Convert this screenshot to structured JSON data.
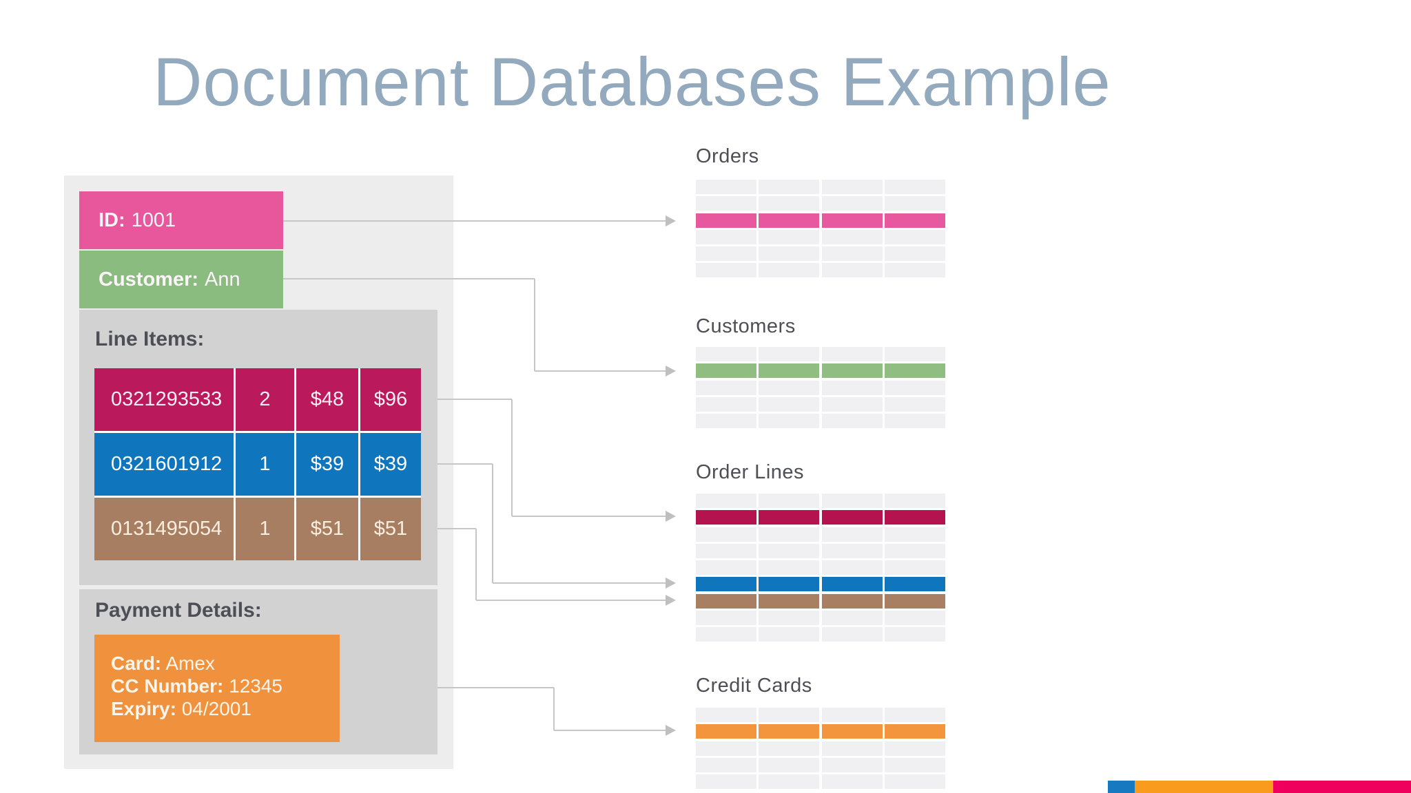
{
  "slide": {
    "title": "Document Databases Example"
  },
  "document": {
    "fields": [
      {
        "label": "ID:",
        "value": "1001",
        "color": "#E8579C"
      },
      {
        "label": "Customer:",
        "value": "Ann",
        "color": "#8BBC7F"
      }
    ],
    "line_items_heading": "Line Items:",
    "line_items": [
      {
        "sku": "0321293533",
        "qty": "2",
        "unit_price": "$48",
        "total": "$96",
        "color": "#BA1A5B",
        "text_color": "#FCEFF6"
      },
      {
        "sku": "0321601912",
        "qty": "1",
        "unit_price": "$39",
        "total": "$39",
        "color": "#0F76BD",
        "text_color": "#FFFFFF"
      },
      {
        "sku": "0131495054",
        "qty": "1",
        "unit_price": "$51",
        "total": "$51",
        "color": "#A77E62",
        "text_color": "#F9EEDF"
      }
    ],
    "payment_heading": "Payment Details:",
    "payment": {
      "color": "#F0923D",
      "lines": [
        {
          "label": "Card:",
          "value": "Amex"
        },
        {
          "label": "CC Number:",
          "value": "12345"
        },
        {
          "label": "Expiry:",
          "value": "04/2001"
        }
      ]
    }
  },
  "tables": [
    {
      "name": "Orders",
      "rows": 6,
      "cols": 4,
      "highlights": {
        "2": "#E8589E"
      }
    },
    {
      "name": "Customers",
      "rows": 5,
      "cols": 4,
      "highlights": {
        "1": "#8FBD82"
      }
    },
    {
      "name": "Order Lines",
      "rows": 9,
      "cols": 4,
      "highlights": {
        "1": "#B5134F",
        "5": "#0F76BD",
        "6": "#A87F63"
      }
    },
    {
      "name": "Credit Cards",
      "rows": 5,
      "cols": 4,
      "highlights": {
        "1": "#F2953C"
      }
    }
  ],
  "colors": {
    "title": "#93A9BD",
    "outer_box": "#EDEDEE",
    "panel": "#D2D2D3",
    "placeholder_row": "#F0F0F2",
    "heading_text": "#4E4E57",
    "connector": "#C6C6C6"
  },
  "footer_bar": [
    {
      "color": "#1779BF"
    },
    {
      "color": "#F99B1C"
    },
    {
      "color": "#F0005C"
    }
  ]
}
